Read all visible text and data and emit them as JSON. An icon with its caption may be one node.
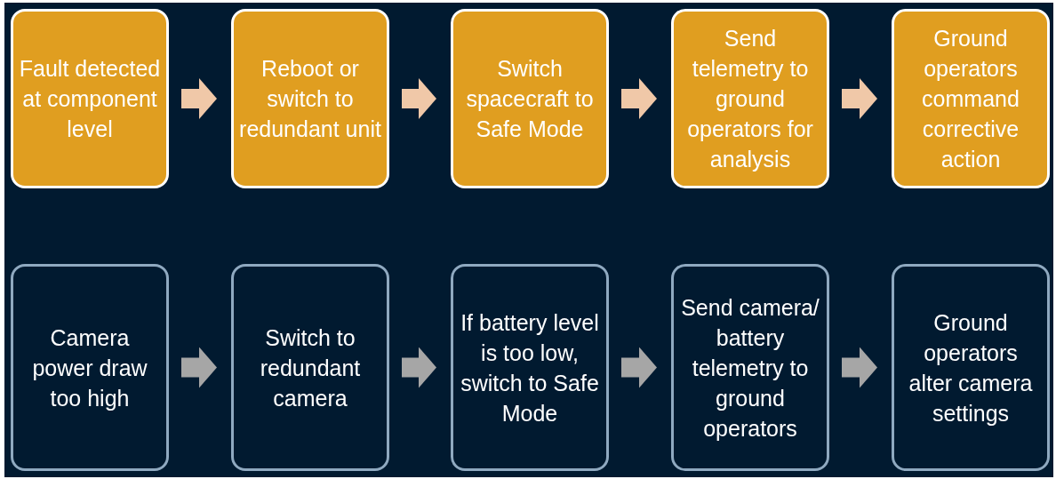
{
  "diagram": {
    "nodes": [
      {
        "text": [
          "Fault detected at component level"
        ]
      },
      {
        "text": [
          "Reboot or switch to redundant unit"
        ]
      },
      {
        "text": [
          "Switch spacecraft to Safe Mode"
        ]
      },
      {
        "text": [
          "Send telemetry to ground operators for analysis"
        ]
      },
      {
        "text": [
          "Ground operators command corrective action"
        ]
      },
      {
        "text": [
          "Camera power draw too high"
        ]
      },
      {
        "text": [
          "Switch to redundant camera"
        ]
      },
      {
        "text": [
          "If battery level is too low, switch to Safe Mode"
        ]
      },
      {
        "text": [
          "Send camera/ battery telemetry to ground operators"
        ]
      },
      {
        "text": [
          "Ground operators alter camera settings"
        ]
      }
    ],
    "edges": [
      {
        "from": 0,
        "to": 1,
        "arrow": "to"
      },
      {
        "from": 1,
        "to": 2,
        "arrow": "to"
      },
      {
        "from": 2,
        "to": 3,
        "arrow": "to"
      },
      {
        "from": 3,
        "to": 4,
        "arrow": "to"
      },
      {
        "from": 5,
        "to": 6,
        "arrow": "to",
        "color": "#a6a6a6"
      },
      {
        "from": 6,
        "to": 7,
        "arrow": "to",
        "color": "#a6a6a6"
      },
      {
        "from": 7,
        "to": 8,
        "arrow": "to",
        "color": "#a6a6a6"
      },
      {
        "from": 8,
        "to": 9,
        "arrow": "to",
        "color": "#a6a6a6"
      }
    ]
  }
}
